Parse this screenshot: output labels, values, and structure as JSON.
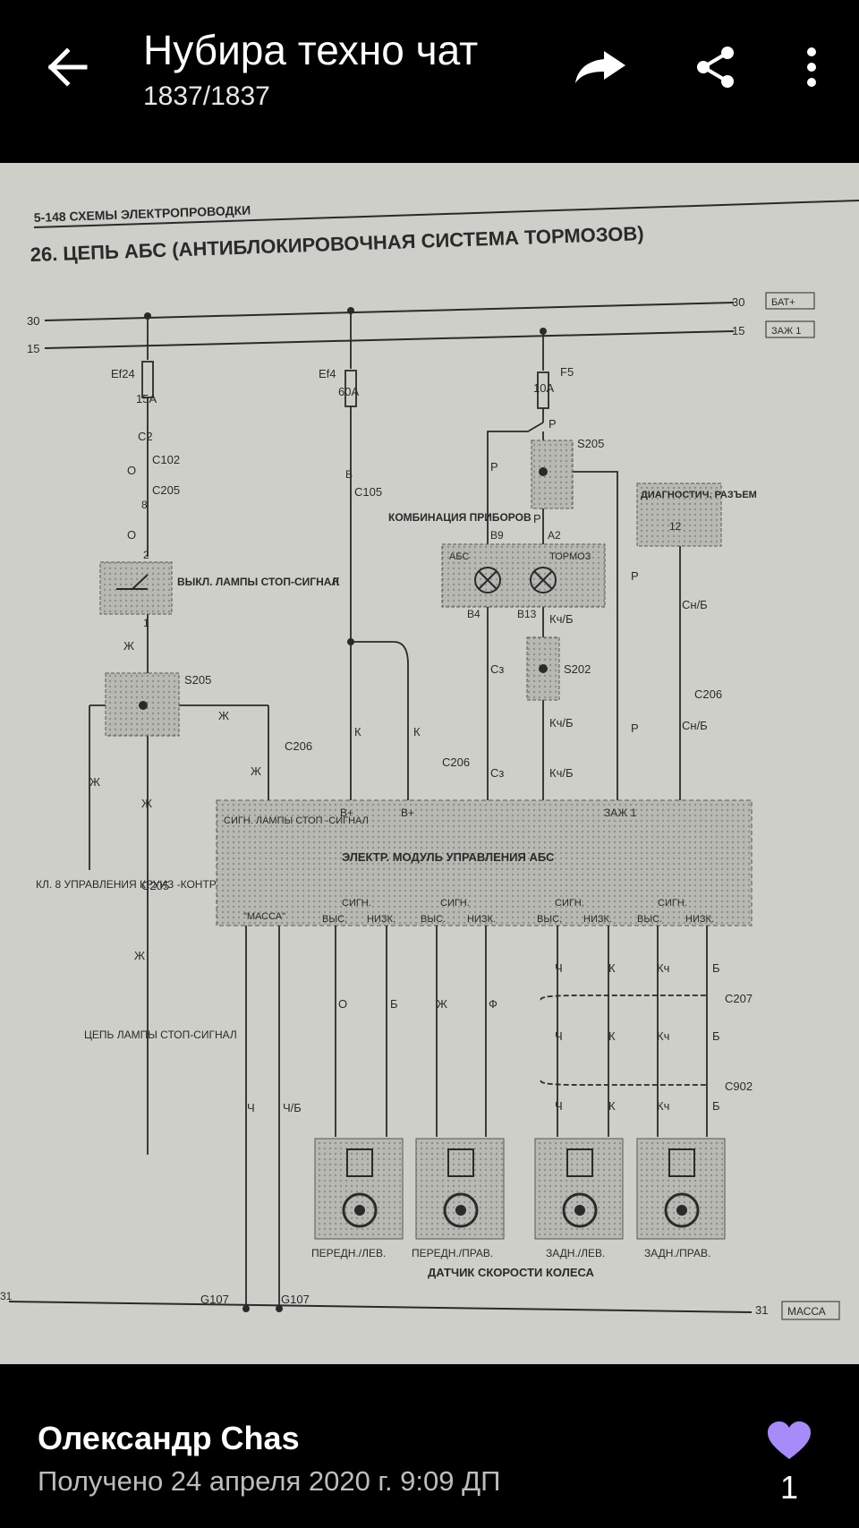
{
  "header": {
    "title": "Нубира техно чат",
    "counter": "1837/1837"
  },
  "diagram": {
    "page_header": "5-148 СХЕМЫ ЭЛЕКТРОПРОВОДКИ",
    "title": "26. ЦЕПЬ АБС (АНТИБЛОКИРОВОЧНАЯ СИСТЕМА ТОРМОЗОВ)",
    "rail_30": "30",
    "rail_15": "15",
    "bat": "БАТ+",
    "ign": "ЗАЖ 1",
    "fuse_ef24": "Ef24",
    "fuse_ef24_a": "15A",
    "fuse_ef4": "Ef4",
    "fuse_ef4_a": "60A",
    "fuse_f5": "F5",
    "fuse_f5_a": "10A",
    "c102": "C102",
    "c205": "C205",
    "c105": "C105",
    "c2": "C2",
    "pin8": "8",
    "pin2": "2",
    "pin1": "1",
    "pinB": "B",
    "wire_o": "О",
    "wire_zh": "Ж",
    "wire_k": "К",
    "wire_p": "Р",
    "wire_sz": "Сз",
    "wire_kch_b": "Кч/Б",
    "wire_sn_b": "Сн/Б",
    "wire_ch": "Ч",
    "wire_ch_b": "Ч/Б",
    "wire_b": "Б",
    "wire_f": "Ф",
    "wire_kch": "Кч",
    "switch_label": "ВЫКЛ. ЛАМПЫ СТОП-СИГНАЛ",
    "s205": "S205",
    "s202": "S202",
    "c206": "C206",
    "c207": "C207",
    "c902": "C902",
    "kl8": "КЛ. 8 УПРАВЛЕНИЯ КРУИЗ -КОНТРОЛЯ",
    "stop_circuit": "ЦЕПЬ ЛАМПЫ СТОП-СИГНАЛ",
    "cluster": "КОМБИНАЦИЯ ПРИБОРОВ",
    "abs_lamp": "АБС",
    "brake_lamp": "ТОРМОЗ",
    "b9": "B9",
    "a2": "A2",
    "b4": "B4",
    "b13": "B13",
    "diag": "ДИАГНОСТИЧ. РАЗЪЕМ",
    "diag_pin": "12",
    "module": "ЭЛЕКТР. МОДУЛЬ УПРАВЛЕНИЯ АБС",
    "m_stop": "СИГН. ЛАМПЫ СТОП -СИГНАЛ",
    "m_bplus": "B+",
    "m_ign": "ЗАЖ 1",
    "m_mass": "\"МАССА\"",
    "m_sign": "СИГН.",
    "m_high": "ВЫС.",
    "m_low": "НИЗК.",
    "sensor_fl": "ПЕРЕДН./ЛЕВ.",
    "sensor_fr": "ПЕРЕДН./ПРАВ.",
    "sensor_rl": "ЗАДН./ЛЕВ.",
    "sensor_rr": "ЗАДН./ПРАВ.",
    "sensor_caption": "ДАТЧИК СКОРОСТИ КОЛЕСА",
    "g107": "G107",
    "rail_31": "31",
    "mass_box": "МАССА"
  },
  "footer": {
    "sender": "Олександр Chas",
    "received": "Получено 24 апреля 2020 г. 9:09 ДП",
    "likes": "1"
  },
  "colors": {
    "like": "#a78bfa",
    "paper": "#cfcfca",
    "ink": "#2a2a2a"
  }
}
